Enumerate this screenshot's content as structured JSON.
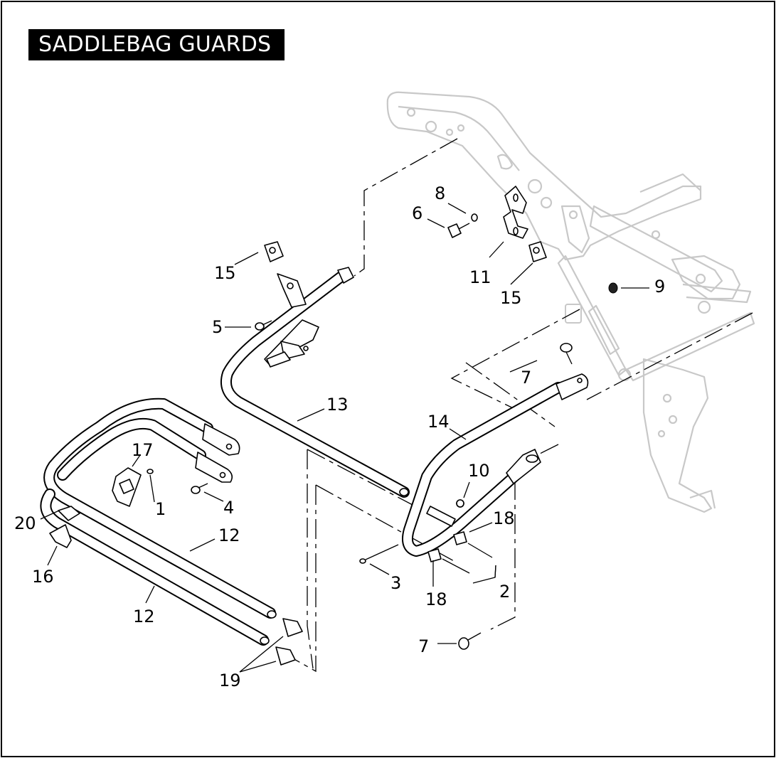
{
  "title": "SADDLEBAG GUARDS",
  "callouts": [
    {
      "id": "c1",
      "label": "1"
    },
    {
      "id": "c2",
      "label": "2"
    },
    {
      "id": "c3",
      "label": "3"
    },
    {
      "id": "c4",
      "label": "4"
    },
    {
      "id": "c5",
      "label": "5"
    },
    {
      "id": "c6",
      "label": "6"
    },
    {
      "id": "c7a",
      "label": "7"
    },
    {
      "id": "c7b",
      "label": "7"
    },
    {
      "id": "c8",
      "label": "8"
    },
    {
      "id": "c9",
      "label": "9"
    },
    {
      "id": "c10",
      "label": "10"
    },
    {
      "id": "c11",
      "label": "11"
    },
    {
      "id": "c12a",
      "label": "12"
    },
    {
      "id": "c12b",
      "label": "12"
    },
    {
      "id": "c13",
      "label": "13"
    },
    {
      "id": "c14",
      "label": "14"
    },
    {
      "id": "c15a",
      "label": "15"
    },
    {
      "id": "c15b",
      "label": "15"
    },
    {
      "id": "c16",
      "label": "16"
    },
    {
      "id": "c17",
      "label": "17"
    },
    {
      "id": "c18a",
      "label": "18"
    },
    {
      "id": "c18b",
      "label": "18"
    },
    {
      "id": "c19",
      "label": "19"
    },
    {
      "id": "c20",
      "label": "20"
    }
  ],
  "colors": {
    "line": "#000000",
    "frame_ghost": "#c8c8c8",
    "background": "#ffffff"
  }
}
